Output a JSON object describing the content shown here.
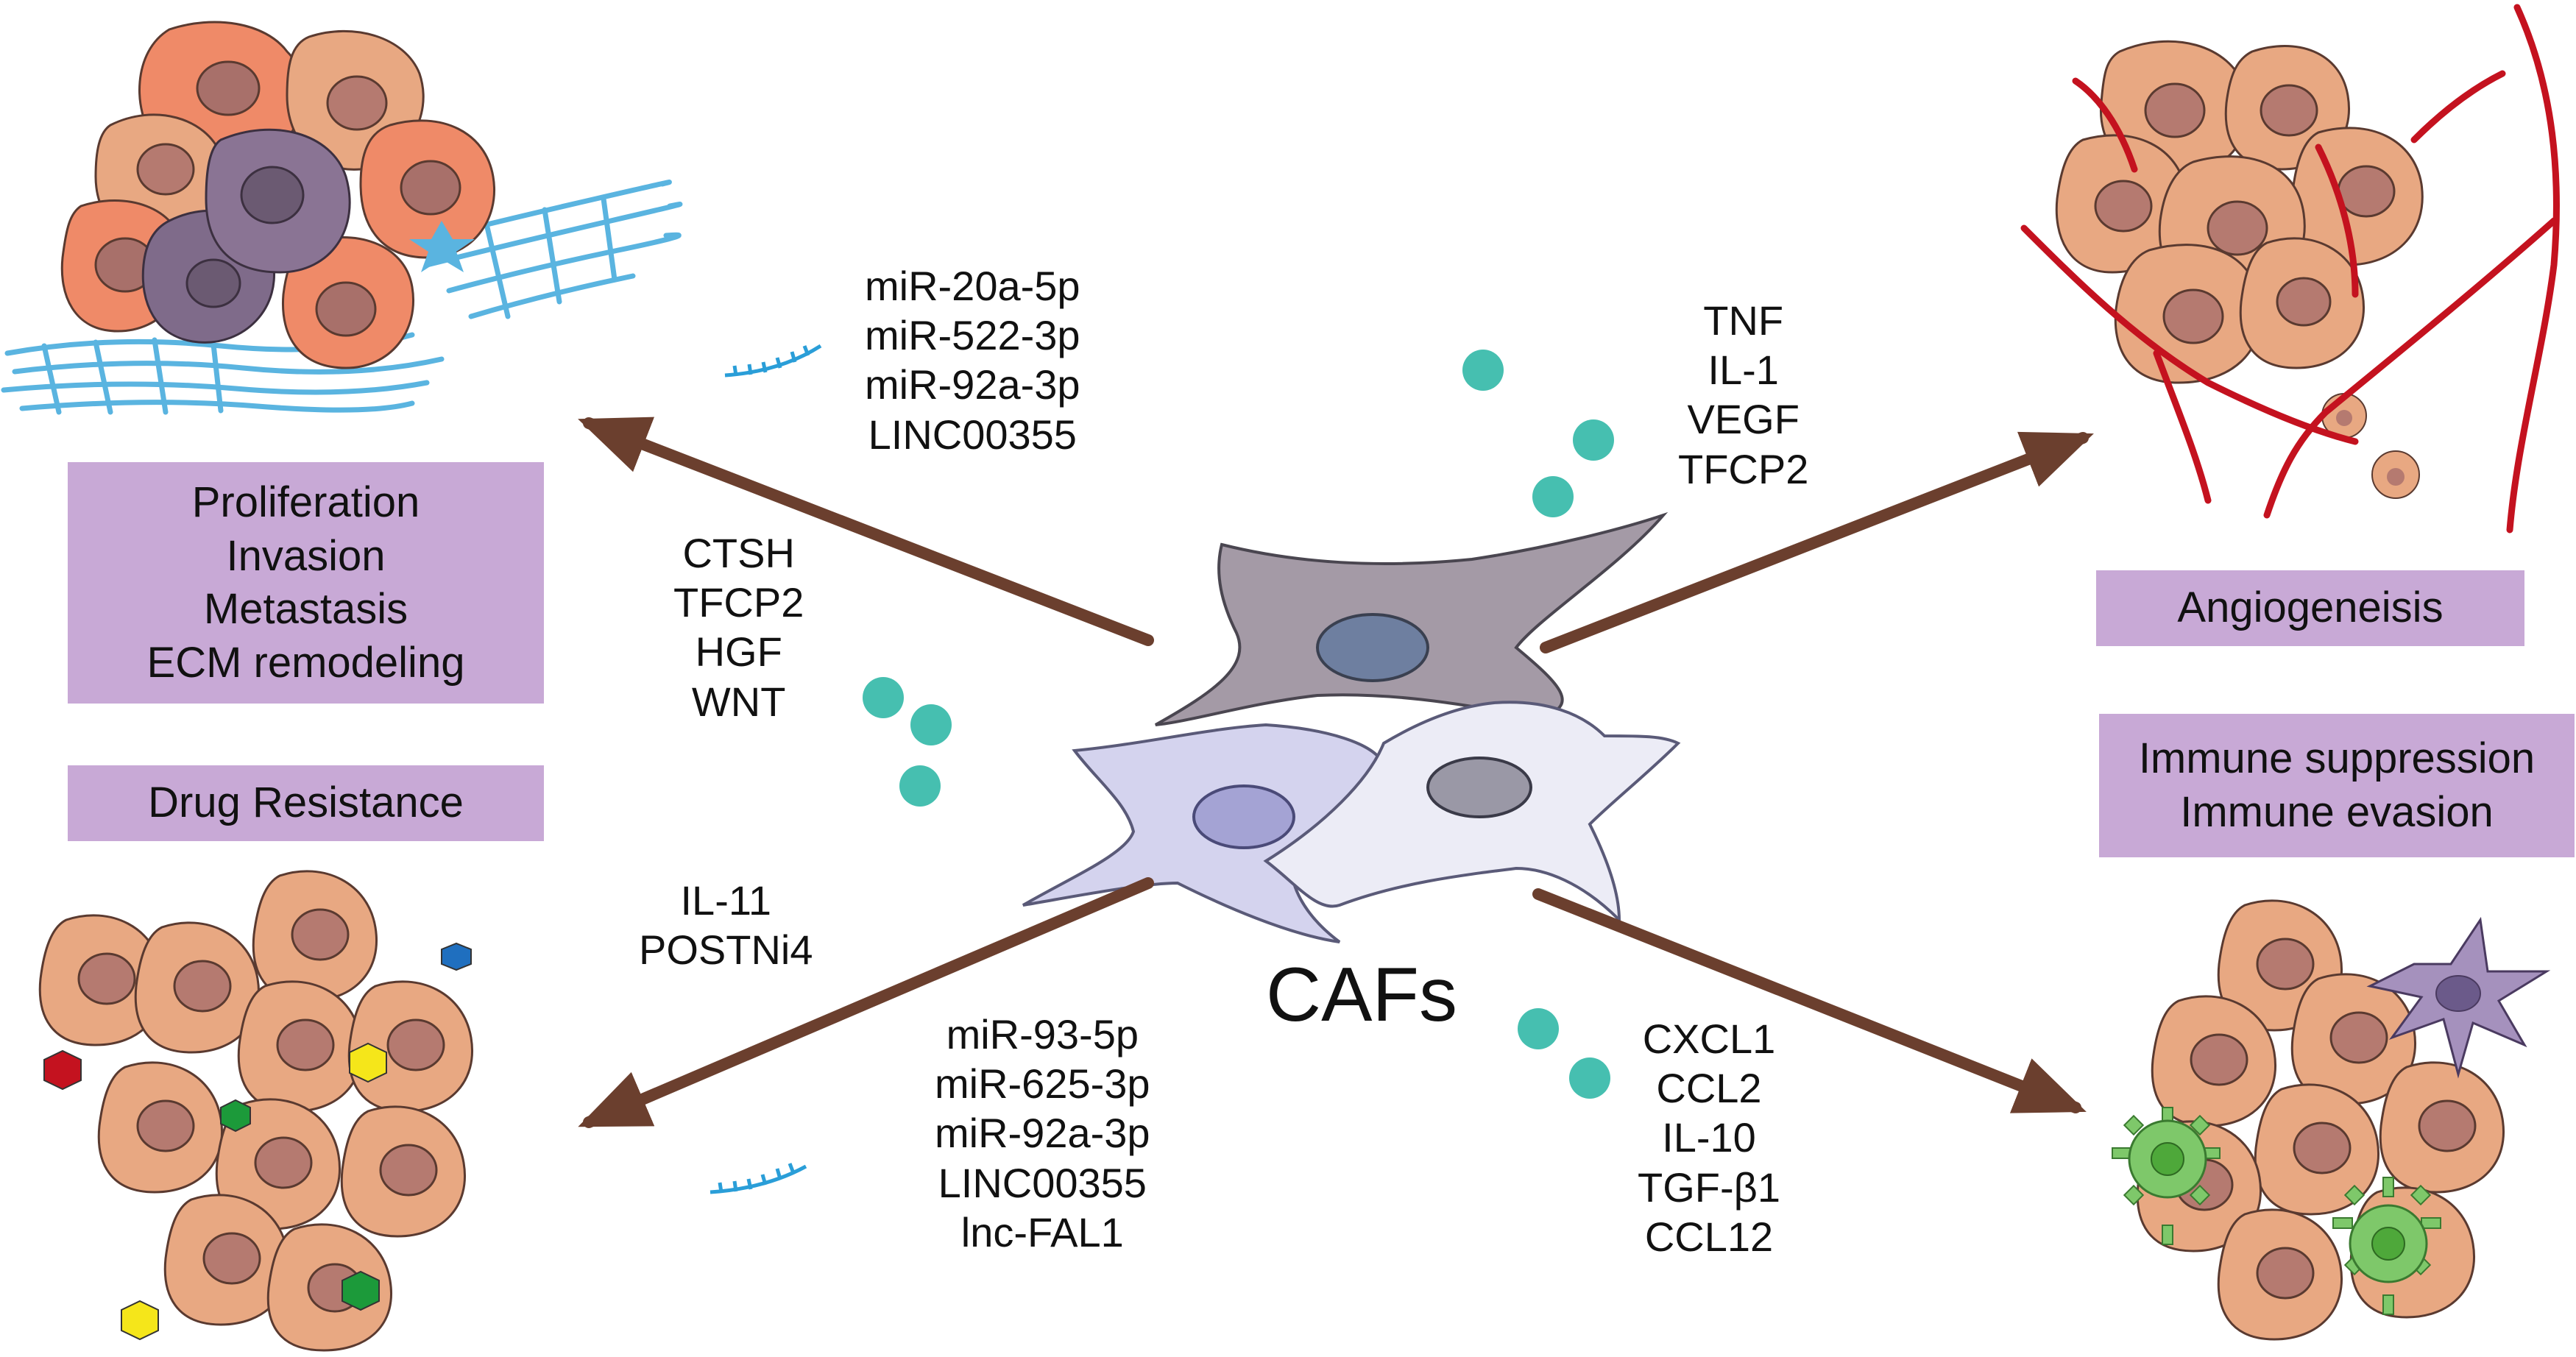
{
  "colors": {
    "arrow": "#6b3f2e",
    "box": "#c8a9d6",
    "dot": "#46bfb0",
    "rna": "#2a9ed8",
    "cell_fill": "#e8a882",
    "cell_nucleus": "#b57a70",
    "vessel": "#c4121f"
  },
  "center": {
    "title": "CAFs"
  },
  "top_left": {
    "rna_list": [
      "miR-20a-5p",
      "miR-522-3p",
      "miR-92a-3p",
      "LINC00355"
    ],
    "protein_list": [
      "CTSH",
      "TFCP2",
      "HGF",
      "WNT"
    ],
    "outcomes": [
      "Proliferation",
      "Invasion",
      "Metastasis",
      "ECM remodeling"
    ]
  },
  "top_right": {
    "factors": [
      "TNF",
      "IL-1",
      "VEGF",
      "TFCP2"
    ],
    "outcome": "Angiogeneisis"
  },
  "bottom_left": {
    "outcome": "Drug Resistance",
    "proteins": [
      "IL-11",
      "POSTNi4"
    ],
    "rna_list": [
      "miR-93-5p",
      "miR-625-3p",
      "miR-92a-3p",
      "LINC00355",
      "lnc-FAL1"
    ]
  },
  "bottom_right": {
    "outcomes": [
      "Immune suppression",
      "Immune evasion"
    ],
    "factors": [
      "CXCL1",
      "CCL2",
      "IL-10",
      "TGF-β1",
      "CCL12"
    ]
  }
}
